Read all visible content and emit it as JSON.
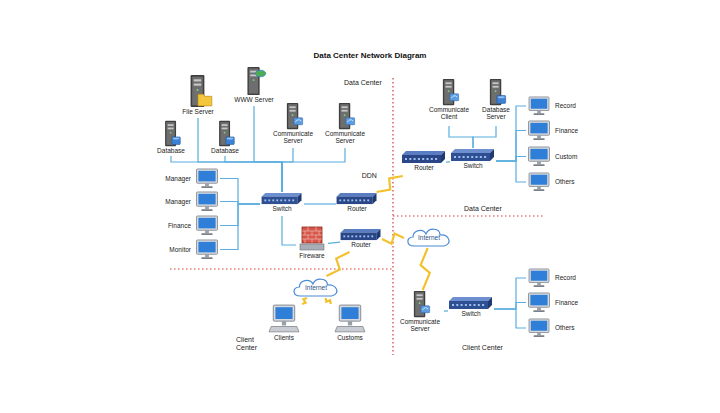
{
  "diagram": {
    "title": "Data Center Network Diagram",
    "nodes": [
      {
        "text": [
          "File Server"
        ]
      },
      {
        "text": [
          "WWW Server"
        ]
      },
      {
        "text": [
          "Database"
        ]
      },
      {
        "text": [
          "Database"
        ]
      },
      {
        "text": [
          "Communicate Server"
        ]
      },
      {
        "text": [
          "Communicate Server"
        ]
      },
      {
        "text": [
          "Manager"
        ]
      },
      {
        "text": [
          "Manager"
        ]
      },
      {
        "text": [
          "Finance"
        ]
      },
      {
        "text": [
          "Monitor"
        ]
      },
      {
        "text": [
          "Switch"
        ]
      },
      {
        "text": [
          "Router"
        ]
      },
      {
        "text": [
          "Fireware"
        ]
      },
      {
        "text": [
          "Router"
        ]
      },
      {
        "text": [
          "Internet"
        ]
      },
      {
        "text": [
          "Internet"
        ]
      },
      {
        "text": [
          "Clients"
        ]
      },
      {
        "text": [
          "Customs"
        ]
      },
      {
        "text": [
          "Communicate Client"
        ]
      },
      {
        "text": [
          "Database Server"
        ]
      },
      {
        "text": [
          "Router"
        ]
      },
      {
        "text": [
          "Switch"
        ]
      },
      {
        "text": [
          "Record"
        ]
      },
      {
        "text": [
          "Finance"
        ]
      },
      {
        "text": [
          "Custom"
        ]
      },
      {
        "text": [
          "Others"
        ]
      },
      {
        "text": [
          "Communicate Server"
        ]
      },
      {
        "text": [
          "Switch"
        ]
      },
      {
        "text": [
          "Record"
        ]
      },
      {
        "text": [
          "Finance"
        ]
      },
      {
        "text": [
          "Others"
        ]
      }
    ],
    "edges": [
      {
        "from": 0,
        "to": 10,
        "arrow": "none"
      },
      {
        "from": 1,
        "to": 10,
        "arrow": "none"
      },
      {
        "from": 2,
        "to": 10,
        "arrow": "none"
      },
      {
        "from": 3,
        "to": 10,
        "arrow": "none"
      },
      {
        "from": 4,
        "to": 10,
        "arrow": "none"
      },
      {
        "from": 5,
        "to": 10,
        "arrow": "none"
      },
      {
        "from": 6,
        "to": 10,
        "arrow": "none"
      },
      {
        "from": 7,
        "to": 10,
        "arrow": "none"
      },
      {
        "from": 8,
        "to": 10,
        "arrow": "none"
      },
      {
        "from": 9,
        "to": 10,
        "arrow": "none"
      },
      {
        "from": 10,
        "to": 11,
        "arrow": "none"
      },
      {
        "from": 10,
        "to": 12,
        "arrow": "none"
      },
      {
        "from": 12,
        "to": 13,
        "arrow": "none"
      },
      {
        "from": 11,
        "to": 20,
        "label": "DDN",
        "arrow": "none"
      },
      {
        "from": 13,
        "to": 14,
        "arrow": "none"
      },
      {
        "from": 14,
        "to": 26,
        "arrow": "none"
      },
      {
        "from": 13,
        "to": 15,
        "arrow": "none"
      },
      {
        "from": 15,
        "to": 16,
        "arrow": "none"
      },
      {
        "from": 15,
        "to": 17,
        "arrow": "none"
      },
      {
        "from": 20,
        "to": 21,
        "arrow": "none"
      },
      {
        "from": 21,
        "to": 18,
        "arrow": "none"
      },
      {
        "from": 21,
        "to": 19,
        "arrow": "none"
      },
      {
        "from": 21,
        "to": 22,
        "arrow": "none"
      },
      {
        "from": 21,
        "to": 23,
        "arrow": "none"
      },
      {
        "from": 21,
        "to": 24,
        "arrow": "none"
      },
      {
        "from": 21,
        "to": 25,
        "arrow": "none"
      },
      {
        "from": 26,
        "to": 27,
        "arrow": "none"
      },
      {
        "from": 27,
        "to": 28,
        "arrow": "none"
      },
      {
        "from": 27,
        "to": 29,
        "arrow": "none"
      },
      {
        "from": 27,
        "to": 30,
        "arrow": "none"
      }
    ],
    "labels": [
      "Data Center",
      "Data Center",
      "Client Center",
      "Client Center"
    ]
  }
}
